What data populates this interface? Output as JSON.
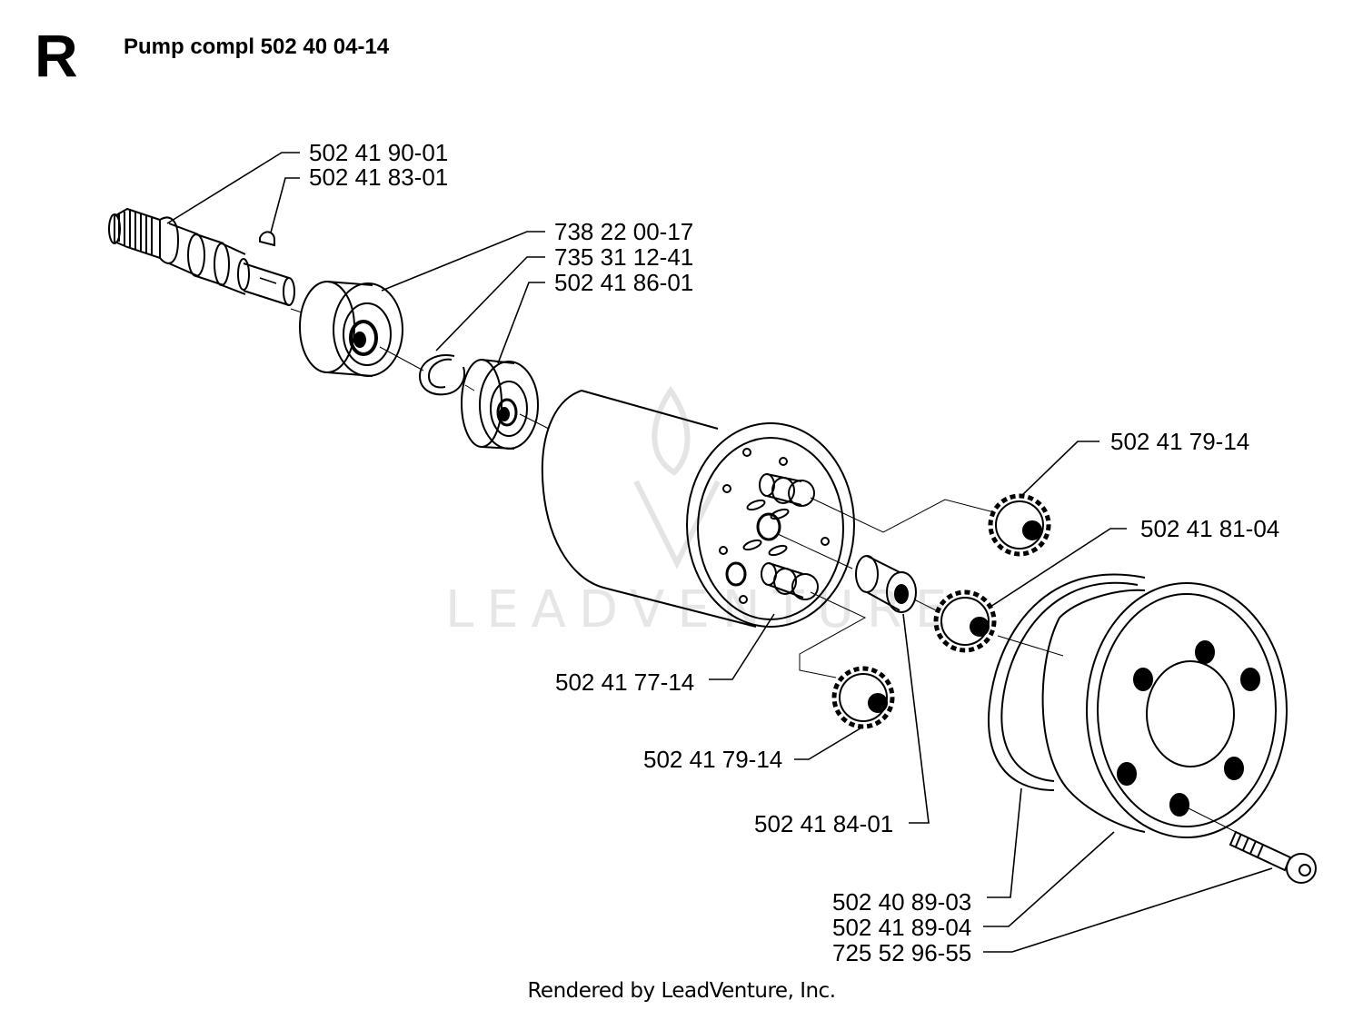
{
  "header": {
    "section_letter": "R",
    "title": "Pump compl 502 40 04-14"
  },
  "watermark": "LEADVENTURE",
  "footer": "Rendered by LeadVenture, Inc.",
  "parts": [
    {
      "id": "shaft",
      "number": "502 41 90-01"
    },
    {
      "id": "key",
      "number": "502 41 83-01"
    },
    {
      "id": "bearing-large",
      "number": "738 22 00-17"
    },
    {
      "id": "circlip",
      "number": "735 31 12-41"
    },
    {
      "id": "bearing-small",
      "number": "502 41 86-01"
    },
    {
      "id": "gear-top",
      "number": "502 41 79-14"
    },
    {
      "id": "gear-middle",
      "number": "502 41 81-04"
    },
    {
      "id": "pin",
      "number": "502 41 77-14"
    },
    {
      "id": "gear-bottom",
      "number": "502 41 79-14"
    },
    {
      "id": "bushing",
      "number": "502 41 84-01"
    },
    {
      "id": "gasket",
      "number": "502 40 89-03"
    },
    {
      "id": "cover",
      "number": "502 41 89-04"
    },
    {
      "id": "screw",
      "number": "725 52 96-55"
    }
  ]
}
